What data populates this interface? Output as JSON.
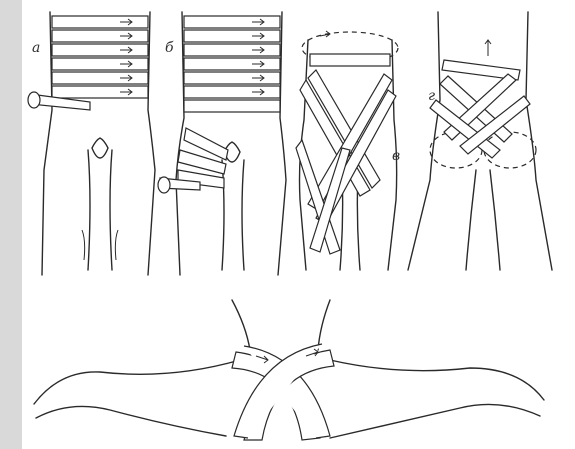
{
  "figure": {
    "panels": [
      {
        "label": "а"
      },
      {
        "label": "б"
      },
      {
        "label": "в"
      },
      {
        "label": "г"
      }
    ],
    "colors": {
      "ink": "#2a2a2a",
      "paper": "#ffffff",
      "margin": "#d9d9d9"
    }
  }
}
